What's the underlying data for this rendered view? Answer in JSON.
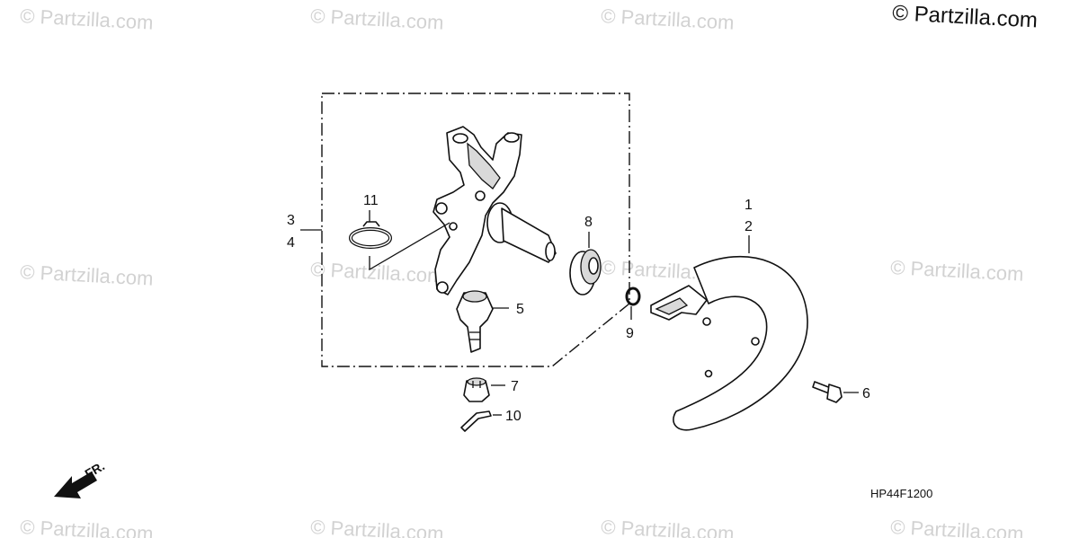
{
  "watermark": "© Partzilla.com",
  "copyright": "© Partzilla.com",
  "diagram_code": "HP44F1200",
  "front_indicator": "FR.",
  "callouts": {
    "c1": "1",
    "c2": "2",
    "c3": "3",
    "c4": "4",
    "c5": "5",
    "c6": "6",
    "c7": "7",
    "c8": "8",
    "c9": "9",
    "c10": "10",
    "c11": "11"
  }
}
